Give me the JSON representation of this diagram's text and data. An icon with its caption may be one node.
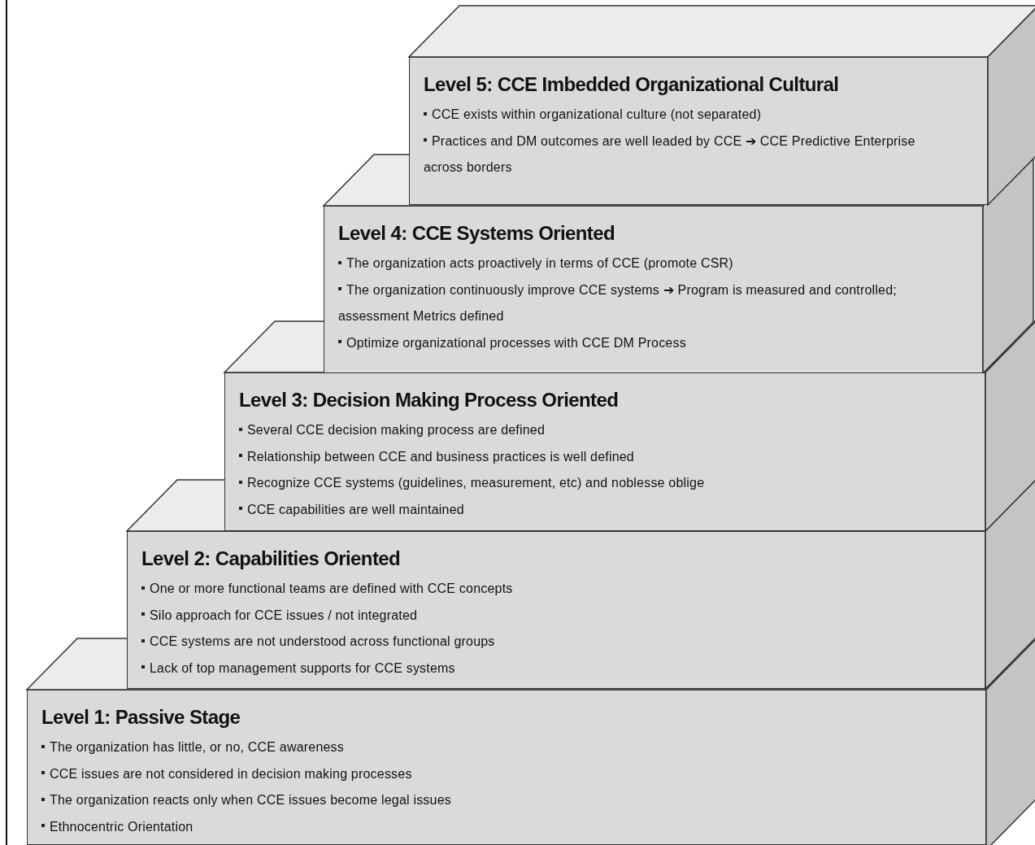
{
  "diagram": {
    "nodes": [
      {
        "text": [
          "Level 5: CCE Imbedded Organizational Cultural",
          "CCE exists within organizational culture (not separated)",
          "Practices and DM outcomes are well leaded by CCE ➔ CCE Predictive Enterprise across borders"
        ]
      },
      {
        "text": [
          "Level 4: CCE Systems Oriented",
          "The organization acts proactively in terms of CCE (promote CSR)",
          "The organization continuously improve CCE systems ➔ Program is measured and controlled; assessment Metrics defined",
          "Optimize organizational processes with CCE DM Process"
        ]
      },
      {
        "text": [
          "Level 3: Decision Making Process Oriented",
          "Several CCE decision making process are defined",
          "Relationship between CCE and business practices is well defined",
          "Recognize CCE systems (guidelines, measurement, etc) and noblesse oblige",
          "CCE capabilities are well maintained"
        ]
      },
      {
        "text": [
          "Level 2: Capabilities Oriented",
          "One or more functional teams are defined with CCE concepts",
          "Silo approach for CCE issues / not integrated",
          "CCE systems are not understood across functional groups",
          "Lack of top management supports for CCE systems"
        ]
      },
      {
        "text": [
          "Level 1: Passive Stage",
          "The organization has little, or no, CCE awareness",
          "CCE issues are not considered in decision making processes",
          "The organization reacts only when CCE issues become legal issues",
          "Ethnocentric Orientation"
        ]
      }
    ]
  }
}
